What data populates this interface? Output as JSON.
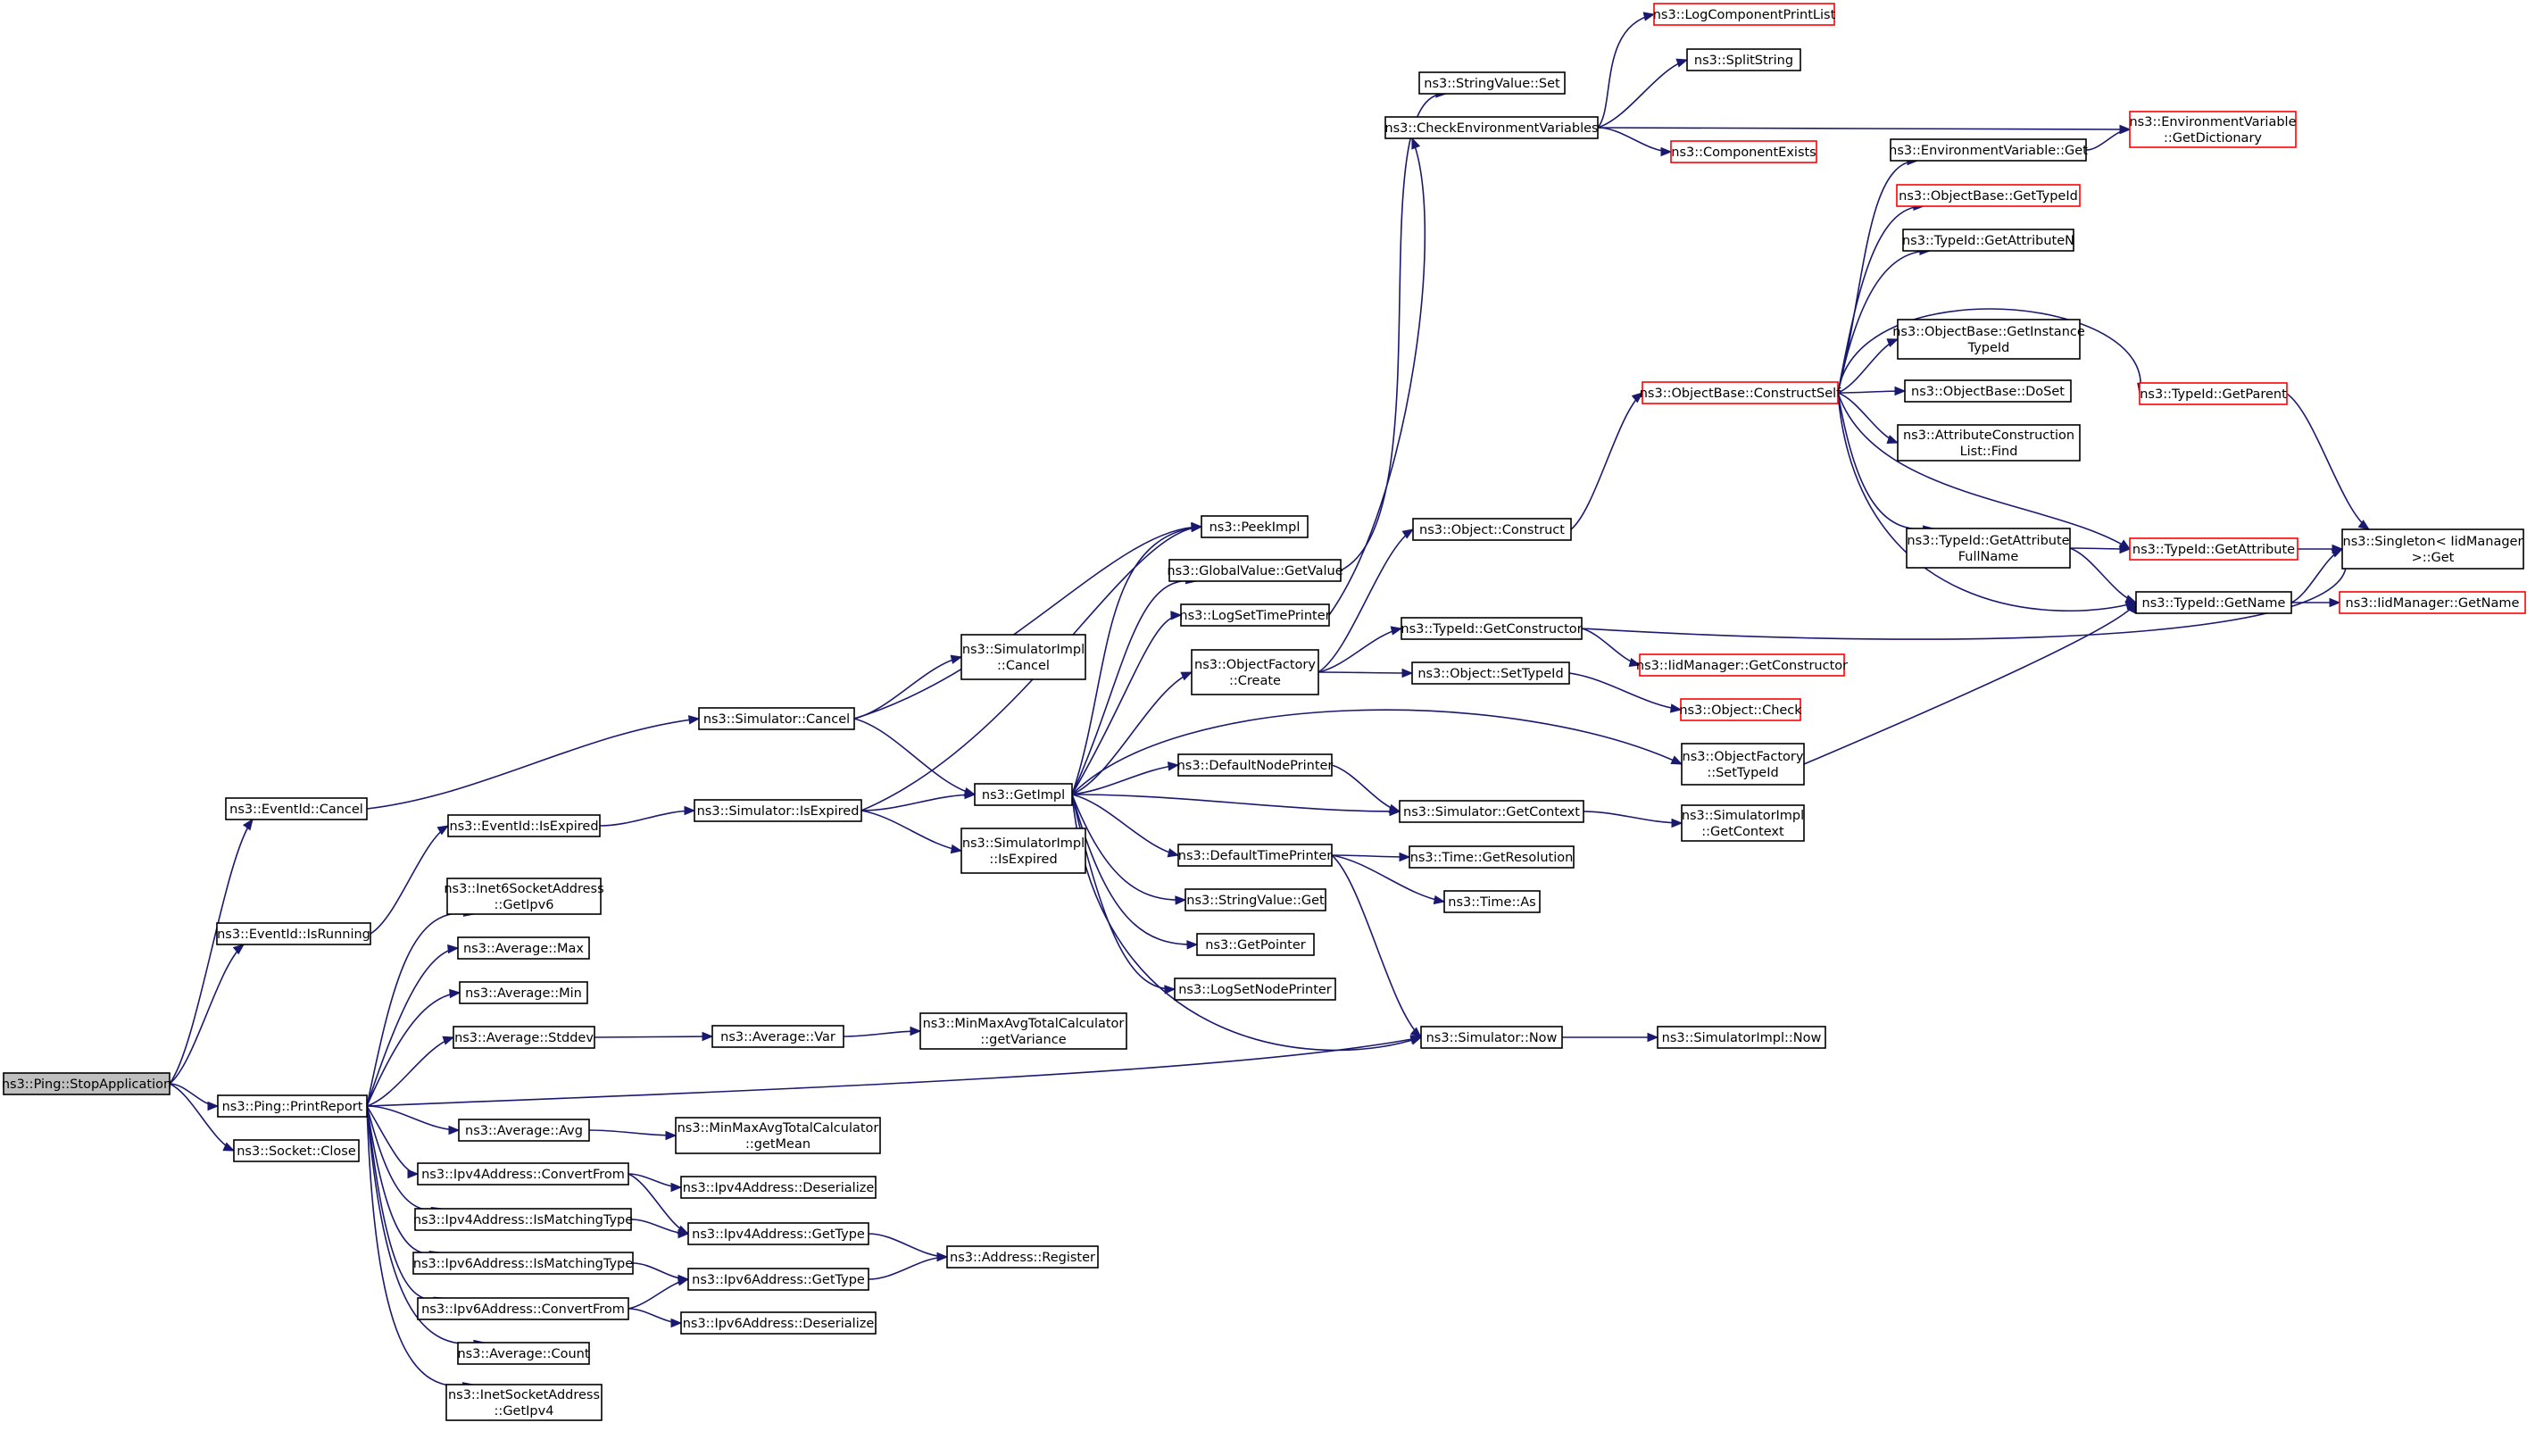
{
  "colors": {
    "edge": "#191970",
    "node_border": "#000000",
    "node_border_incomplete": "#ff0000",
    "root_fill": "#bfbfbf"
  },
  "nodes": {
    "n1": {
      "lines": [
        "ns3::Ping::StopApplication"
      ],
      "root": true
    },
    "n2": {
      "lines": [
        "ns3::EventId::Cancel"
      ]
    },
    "n3": {
      "lines": [
        "ns3::EventId::IsRunning"
      ]
    },
    "n4": {
      "lines": [
        "ns3::Ping::PrintReport"
      ]
    },
    "n5": {
      "lines": [
        "ns3::Socket::Close"
      ]
    },
    "n6": {
      "lines": [
        "ns3::Simulator::Cancel"
      ]
    },
    "n7": {
      "lines": [
        "ns3::EventId::IsExpired"
      ]
    },
    "n8": {
      "lines": [
        "ns3::Simulator::IsExpired"
      ]
    },
    "n9": {
      "lines": [
        "ns3::SimulatorImpl",
        "::Cancel"
      ]
    },
    "n10": {
      "lines": [
        "ns3::GetImpl"
      ]
    },
    "n11": {
      "lines": [
        "ns3::SimulatorImpl",
        "::IsExpired"
      ]
    },
    "n12": {
      "lines": [
        "ns3::PeekImpl"
      ]
    },
    "n13": {
      "lines": [
        "ns3::GlobalValue::GetValue"
      ]
    },
    "n14": {
      "lines": [
        "ns3::LogSetTimePrinter"
      ]
    },
    "n15": {
      "lines": [
        "ns3::ObjectFactory",
        "::Create"
      ]
    },
    "n16": {
      "lines": [
        "ns3::DefaultNodePrinter"
      ]
    },
    "n17": {
      "lines": [
        "ns3::DefaultTimePrinter"
      ]
    },
    "n18": {
      "lines": [
        "ns3::StringValue::Get"
      ]
    },
    "n19": {
      "lines": [
        "ns3::GetPointer"
      ]
    },
    "n20": {
      "lines": [
        "ns3::LogSetNodePrinter"
      ]
    },
    "n21": {
      "lines": [
        "ns3::StringValue::Set"
      ]
    },
    "n22": {
      "lines": [
        "ns3::CheckEnvironmentVariables"
      ]
    },
    "n23": {
      "lines": [
        "ns3::LogComponentPrintList"
      ],
      "incomplete": true
    },
    "n24": {
      "lines": [
        "ns3::SplitString"
      ]
    },
    "n25": {
      "lines": [
        "ns3::EnvironmentVariable",
        "::GetDictionary"
      ],
      "incomplete": true
    },
    "n26": {
      "lines": [
        "ns3::ComponentExists"
      ],
      "incomplete": true
    },
    "n27": {
      "lines": [
        "ns3::Object::Construct"
      ]
    },
    "n28": {
      "lines": [
        "ns3::ObjectBase::ConstructSelf"
      ],
      "incomplete": true
    },
    "n29": {
      "lines": [
        "ns3::TypeId::GetConstructor"
      ]
    },
    "n30": {
      "lines": [
        "ns3::Object::SetTypeId"
      ]
    },
    "n31": {
      "lines": [
        "ns3::IidManager::GetConstructor"
      ],
      "incomplete": true
    },
    "n32": {
      "lines": [
        "ns3::Object::Check"
      ],
      "incomplete": true
    },
    "n33": {
      "lines": [
        "ns3::ObjectFactory",
        "::SetTypeId"
      ]
    },
    "n34": {
      "lines": [
        "ns3::Simulator::GetContext"
      ]
    },
    "n35": {
      "lines": [
        "ns3::SimulatorImpl",
        "::GetContext"
      ]
    },
    "n36": {
      "lines": [
        "ns3::Time::GetResolution"
      ]
    },
    "n37": {
      "lines": [
        "ns3::Time::As"
      ]
    },
    "n38": {
      "lines": [
        "ns3::Simulator::Now"
      ]
    },
    "n39": {
      "lines": [
        "ns3::SimulatorImpl::Now"
      ]
    },
    "n40": {
      "lines": [
        "ns3::EnvironmentVariable::Get"
      ]
    },
    "n41": {
      "lines": [
        "ns3::ObjectBase::GetTypeId"
      ],
      "incomplete": true
    },
    "n42": {
      "lines": [
        "ns3::TypeId::GetAttributeN"
      ]
    },
    "n43": {
      "lines": [
        "ns3::ObjectBase::GetInstance",
        "TypeId"
      ]
    },
    "n44": {
      "lines": [
        "ns3::ObjectBase::DoSet"
      ]
    },
    "n45": {
      "lines": [
        "ns3::AttributeConstruction",
        "List::Find"
      ]
    },
    "n46": {
      "lines": [
        "ns3::TypeId::GetAttribute",
        "FullName"
      ]
    },
    "n47": {
      "lines": [
        "ns3::TypeId::GetParent"
      ],
      "incomplete": true
    },
    "n48": {
      "lines": [
        "ns3::TypeId::GetAttribute"
      ],
      "incomplete": true
    },
    "n49": {
      "lines": [
        "ns3::TypeId::GetName"
      ]
    },
    "n50": {
      "lines": [
        "ns3::Singleton< IidManager",
        " >::Get"
      ]
    },
    "n51": {
      "lines": [
        "ns3::IidManager::GetName"
      ],
      "incomplete": true
    },
    "n52": {
      "lines": [
        "ns3::Inet6SocketAddress",
        "::GetIpv6"
      ]
    },
    "n53": {
      "lines": [
        "ns3::Average::Max"
      ]
    },
    "n54": {
      "lines": [
        "ns3::Average::Min"
      ]
    },
    "n55": {
      "lines": [
        "ns3::Average::Stddev"
      ]
    },
    "n56": {
      "lines": [
        "ns3::Average::Var"
      ]
    },
    "n57": {
      "lines": [
        "ns3::MinMaxAvgTotalCalculator",
        "::getVariance"
      ]
    },
    "n58": {
      "lines": [
        "ns3::Average::Avg"
      ]
    },
    "n59": {
      "lines": [
        "ns3::MinMaxAvgTotalCalculator",
        "::getMean"
      ]
    },
    "n60": {
      "lines": [
        "ns3::Ipv4Address::ConvertFrom"
      ]
    },
    "n61": {
      "lines": [
        "ns3::Ipv4Address::Deserialize"
      ]
    },
    "n62": {
      "lines": [
        "ns3::Ipv4Address::IsMatchingType"
      ]
    },
    "n63": {
      "lines": [
        "ns3::Ipv4Address::GetType"
      ]
    },
    "n64": {
      "lines": [
        "ns3::Address::Register"
      ]
    },
    "n65": {
      "lines": [
        "ns3::Ipv6Address::IsMatchingType"
      ]
    },
    "n66": {
      "lines": [
        "ns3::Ipv6Address::GetType"
      ]
    },
    "n67": {
      "lines": [
        "ns3::Ipv6Address::ConvertFrom"
      ]
    },
    "n68": {
      "lines": [
        "ns3::Ipv6Address::Deserialize"
      ]
    },
    "n69": {
      "lines": [
        "ns3::Average::Count"
      ]
    },
    "n70": {
      "lines": [
        "ns3::InetSocketAddress",
        "::GetIpv4"
      ]
    }
  },
  "edges": [
    [
      "n1",
      "n2"
    ],
    [
      "n1",
      "n3"
    ],
    [
      "n1",
      "n4"
    ],
    [
      "n1",
      "n5"
    ],
    [
      "n2",
      "n6"
    ],
    [
      "n3",
      "n7"
    ],
    [
      "n7",
      "n8"
    ],
    [
      "n6",
      "n9"
    ],
    [
      "n6",
      "n10"
    ],
    [
      "n6",
      "n12"
    ],
    [
      "n8",
      "n10"
    ],
    [
      "n8",
      "n11"
    ],
    [
      "n8",
      "n12"
    ],
    [
      "n10",
      "n12"
    ],
    [
      "n10",
      "n13"
    ],
    [
      "n10",
      "n14"
    ],
    [
      "n10",
      "n15"
    ],
    [
      "n10",
      "n16"
    ],
    [
      "n10",
      "n17"
    ],
    [
      "n10",
      "n18"
    ],
    [
      "n10",
      "n19"
    ],
    [
      "n10",
      "n20"
    ],
    [
      "n10",
      "n33"
    ],
    [
      "n10",
      "n34"
    ],
    [
      "n10",
      "n38"
    ],
    [
      "n13",
      "n21"
    ],
    [
      "n14",
      "n22"
    ],
    [
      "n22",
      "n23"
    ],
    [
      "n22",
      "n24"
    ],
    [
      "n22",
      "n25"
    ],
    [
      "n22",
      "n26"
    ],
    [
      "n15",
      "n27"
    ],
    [
      "n15",
      "n29"
    ],
    [
      "n15",
      "n30"
    ],
    [
      "n27",
      "n28"
    ],
    [
      "n29",
      "n31"
    ],
    [
      "n29",
      "n50"
    ],
    [
      "n30",
      "n32"
    ],
    [
      "n33",
      "n49"
    ],
    [
      "n16",
      "n34"
    ],
    [
      "n34",
      "n35"
    ],
    [
      "n17",
      "n36"
    ],
    [
      "n17",
      "n37"
    ],
    [
      "n17",
      "n38"
    ],
    [
      "n38",
      "n39"
    ],
    [
      "n28",
      "n40"
    ],
    [
      "n28",
      "n41"
    ],
    [
      "n28",
      "n42"
    ],
    [
      "n28",
      "n43"
    ],
    [
      "n28",
      "n44"
    ],
    [
      "n28",
      "n45"
    ],
    [
      "n28",
      "n46"
    ],
    [
      "n28",
      "n47"
    ],
    [
      "n28",
      "n48"
    ],
    [
      "n28",
      "n49"
    ],
    [
      "n40",
      "n25"
    ],
    [
      "n46",
      "n48"
    ],
    [
      "n46",
      "n49"
    ],
    [
      "n47",
      "n50"
    ],
    [
      "n48",
      "n50"
    ],
    [
      "n49",
      "n50"
    ],
    [
      "n49",
      "n51"
    ],
    [
      "n4",
      "n38"
    ],
    [
      "n4",
      "n52"
    ],
    [
      "n4",
      "n53"
    ],
    [
      "n4",
      "n54"
    ],
    [
      "n4",
      "n55"
    ],
    [
      "n4",
      "n58"
    ],
    [
      "n4",
      "n60"
    ],
    [
      "n4",
      "n62"
    ],
    [
      "n4",
      "n65"
    ],
    [
      "n4",
      "n67"
    ],
    [
      "n4",
      "n69"
    ],
    [
      "n4",
      "n70"
    ],
    [
      "n55",
      "n56"
    ],
    [
      "n56",
      "n57"
    ],
    [
      "n58",
      "n59"
    ],
    [
      "n60",
      "n61"
    ],
    [
      "n60",
      "n63"
    ],
    [
      "n62",
      "n63"
    ],
    [
      "n63",
      "n64"
    ],
    [
      "n65",
      "n66"
    ],
    [
      "n67",
      "n66"
    ],
    [
      "n67",
      "n68"
    ],
    [
      "n66",
      "n64"
    ]
  ]
}
